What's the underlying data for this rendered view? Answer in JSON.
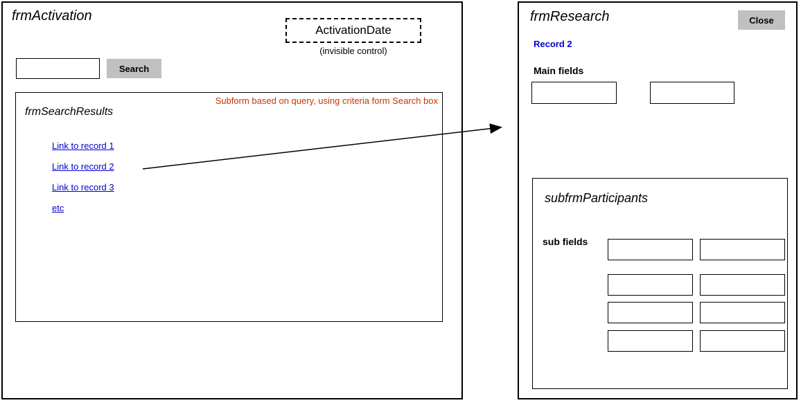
{
  "left_form": {
    "title": "frmActivation",
    "activation_date": {
      "label": "ActivationDate",
      "note": "(invisible control)"
    },
    "search": {
      "input_value": "",
      "button_label": "Search"
    },
    "search_results": {
      "title": "frmSearchResults",
      "annotation": "Subform based on query, using criteria form Search box",
      "links": [
        "Link to record 1",
        "Link to record 2",
        "Link to record 3",
        "etc"
      ]
    }
  },
  "right_form": {
    "title": "frmResearch",
    "close_button_label": "Close",
    "record_label": "Record 2",
    "main_fields_label": "Main fields",
    "participants": {
      "title": "subfrmParticipants",
      "sub_fields_label": "sub fields"
    }
  },
  "colors": {
    "link": "#0000cc",
    "annotation": "#cc3300",
    "record_label": "#0000cc",
    "button_bg": "#c0c0c0",
    "border": "#000000"
  }
}
